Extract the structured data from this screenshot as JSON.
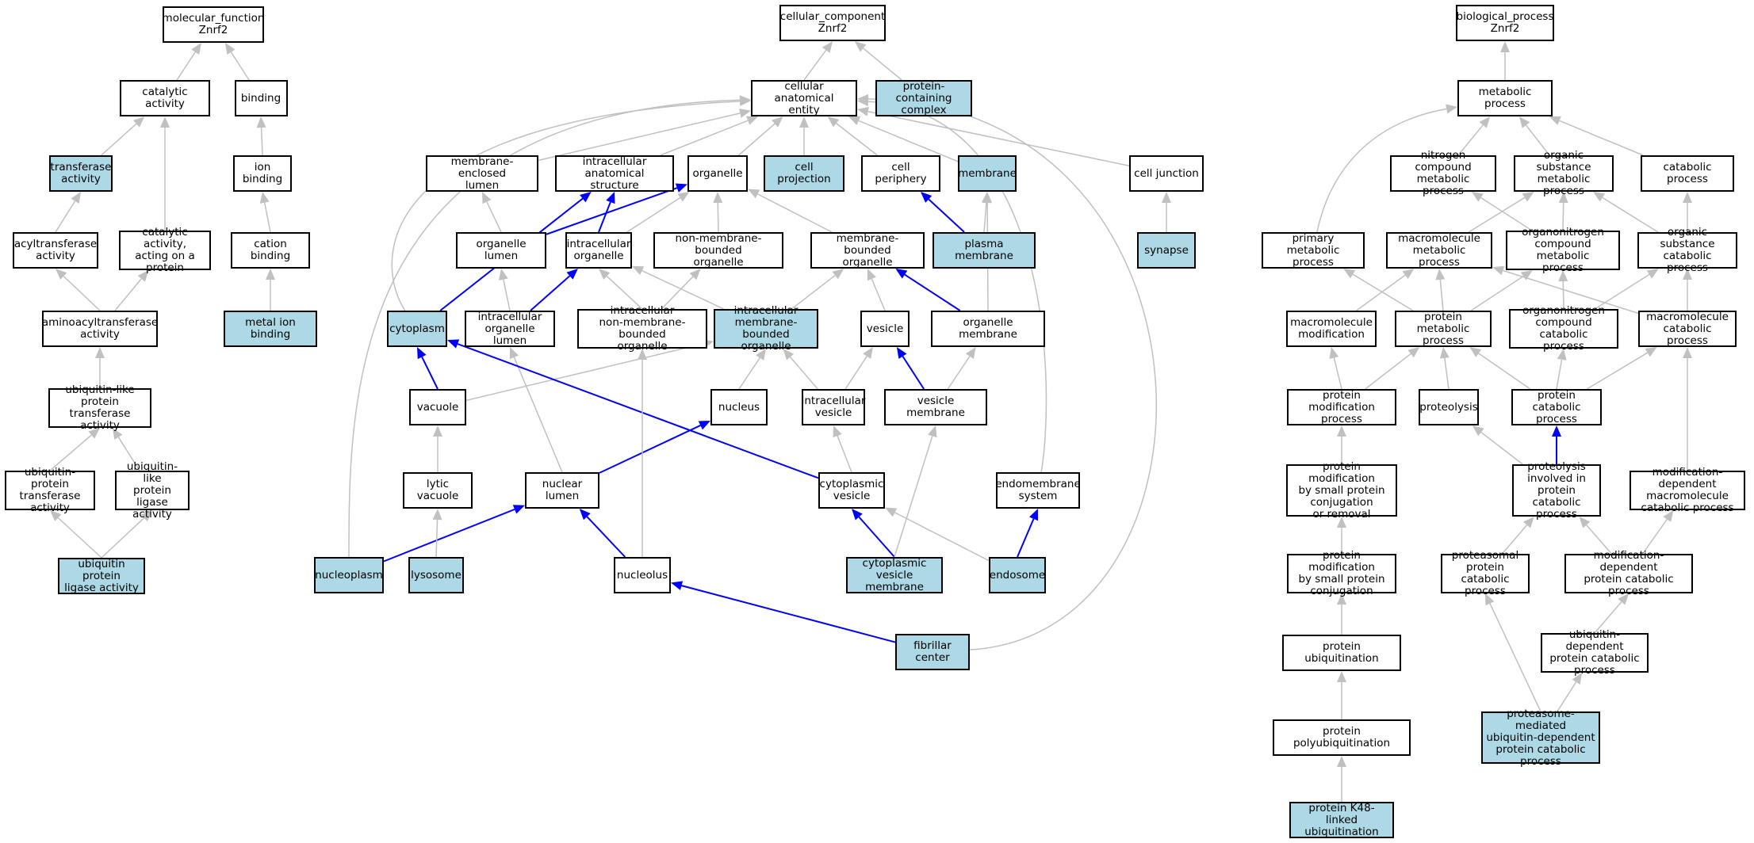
{
  "colors": {
    "highlight_fill": "#add8e6",
    "edge_default": "#c0c0c0",
    "edge_path": "#0000ff",
    "border": "#000000"
  },
  "nodes": [
    {
      "id": "mf",
      "label": "molecular_function\nZnrf2",
      "hl": false
    },
    {
      "id": "catalytic",
      "label": "catalytic activity",
      "hl": false
    },
    {
      "id": "binding",
      "label": "binding",
      "hl": false
    },
    {
      "id": "transferase",
      "label": "transferase\nactivity",
      "hl": true
    },
    {
      "id": "ionbinding",
      "label": "ion binding",
      "hl": false
    },
    {
      "id": "acyltransferase",
      "label": "acyltransferase\nactivity",
      "hl": false
    },
    {
      "id": "catprotein",
      "label": "catalytic activity,\nacting on a\nprotein",
      "hl": false
    },
    {
      "id": "cationbinding",
      "label": "cation binding",
      "hl": false
    },
    {
      "id": "aminoacyl",
      "label": "aminoacyltransferase\nactivity",
      "hl": false
    },
    {
      "id": "metalion",
      "label": "metal ion binding",
      "hl": true
    },
    {
      "id": "ublTransferase",
      "label": "ubiquitin-like\nprotein transferase\nactivity",
      "hl": false
    },
    {
      "id": "ubProtTransferase",
      "label": "ubiquitin-protein\ntransferase\nactivity",
      "hl": false
    },
    {
      "id": "ublLigase",
      "label": "ubiquitin-like\nprotein ligase\nactivity",
      "hl": false
    },
    {
      "id": "ubLigase",
      "label": "ubiquitin protein\nligase activity",
      "hl": true
    },
    {
      "id": "cc",
      "label": "cellular_component\nZnrf2",
      "hl": false
    },
    {
      "id": "cae",
      "label": "cellular anatomical\nentity",
      "hl": false
    },
    {
      "id": "protComplex",
      "label": "protein-containing\ncomplex",
      "hl": true
    },
    {
      "id": "membEnclLumen",
      "label": "membrane-enclosed\nlumen",
      "hl": false
    },
    {
      "id": "intraAnat",
      "label": "intracellular\nanatomical structure",
      "hl": false
    },
    {
      "id": "organelle",
      "label": "organelle",
      "hl": false
    },
    {
      "id": "cellProjection",
      "label": "cell projection",
      "hl": true
    },
    {
      "id": "cellPeriphery",
      "label": "cell periphery",
      "hl": false
    },
    {
      "id": "membrane",
      "label": "membrane",
      "hl": true
    },
    {
      "id": "cellJunction",
      "label": "cell junction",
      "hl": false
    },
    {
      "id": "organelleLumen",
      "label": "organelle lumen",
      "hl": false
    },
    {
      "id": "intraOrganelle",
      "label": "intracellular\norganelle",
      "hl": false
    },
    {
      "id": "nonMembOrg",
      "label": "non-membrane-bounded\norganelle",
      "hl": false
    },
    {
      "id": "membOrg",
      "label": "membrane-bounded\norganelle",
      "hl": false
    },
    {
      "id": "plasmaMembrane",
      "label": "plasma membrane",
      "hl": true
    },
    {
      "id": "synapse",
      "label": "synapse",
      "hl": true
    },
    {
      "id": "cytoplasm",
      "label": "cytoplasm",
      "hl": true
    },
    {
      "id": "intraOrgLumen",
      "label": "intracellular\norganelle lumen",
      "hl": false
    },
    {
      "id": "intraNonMemb",
      "label": "intracellular\nnon-membrane-bounded\norganelle",
      "hl": false
    },
    {
      "id": "intraMemb",
      "label": "intracellular\nmembrane-bounded\norganelle",
      "hl": true
    },
    {
      "id": "vesicle",
      "label": "vesicle",
      "hl": false
    },
    {
      "id": "orgMembrane",
      "label": "organelle membrane",
      "hl": false
    },
    {
      "id": "vacuole",
      "label": "vacuole",
      "hl": false
    },
    {
      "id": "nucleus",
      "label": "nucleus",
      "hl": false
    },
    {
      "id": "intraVesicle",
      "label": "intracellular\nvesicle",
      "hl": false
    },
    {
      "id": "vesMembrane",
      "label": "vesicle membrane",
      "hl": false
    },
    {
      "id": "lyticVacuole",
      "label": "lytic vacuole",
      "hl": false
    },
    {
      "id": "nuclearLumen",
      "label": "nuclear lumen",
      "hl": false
    },
    {
      "id": "cytoVesicle",
      "label": "cytoplasmic\nvesicle",
      "hl": false
    },
    {
      "id": "endomembrane",
      "label": "endomembrane\nsystem",
      "hl": false
    },
    {
      "id": "nucleoplasm",
      "label": "nucleoplasm",
      "hl": true
    },
    {
      "id": "lysosome",
      "label": "lysosome",
      "hl": true
    },
    {
      "id": "nucleolus",
      "label": "nucleolus",
      "hl": false
    },
    {
      "id": "cytoVesMemb",
      "label": "cytoplasmic\nvesicle membrane",
      "hl": true
    },
    {
      "id": "endosome",
      "label": "endosome",
      "hl": true
    },
    {
      "id": "fibrillar",
      "label": "fibrillar center",
      "hl": true
    },
    {
      "id": "bp",
      "label": "biological_process\nZnrf2",
      "hl": false
    },
    {
      "id": "metabolic",
      "label": "metabolic process",
      "hl": false
    },
    {
      "id": "nitrogen",
      "label": "nitrogen compound\nmetabolic process",
      "hl": false
    },
    {
      "id": "orgSubstMet",
      "label": "organic substance\nmetabolic process",
      "hl": false
    },
    {
      "id": "catabolic",
      "label": "catabolic process",
      "hl": false
    },
    {
      "id": "primaryMet",
      "label": "primary metabolic\nprocess",
      "hl": false
    },
    {
      "id": "macroMet",
      "label": "macromolecule\nmetabolic process",
      "hl": false
    },
    {
      "id": "orgNitroMet",
      "label": "organonitrogen\ncompound metabolic\nprocess",
      "hl": false
    },
    {
      "id": "orgSubstCat",
      "label": "organic substance\ncatabolic process",
      "hl": false
    },
    {
      "id": "macroMod",
      "label": "macromolecule\nmodification",
      "hl": false
    },
    {
      "id": "protMet",
      "label": "protein metabolic\nprocess",
      "hl": false
    },
    {
      "id": "orgNitroCat",
      "label": "organonitrogen\ncompound catabolic\nprocess",
      "hl": false
    },
    {
      "id": "macroCat",
      "label": "macromolecule\ncatabolic process",
      "hl": false
    },
    {
      "id": "protMod",
      "label": "protein modification\nprocess",
      "hl": false
    },
    {
      "id": "proteolysis",
      "label": "proteolysis",
      "hl": false
    },
    {
      "id": "protCat",
      "label": "protein catabolic\nprocess",
      "hl": false
    },
    {
      "id": "protModSmall",
      "label": "protein modification\nby small protein\nconjugation\nor removal",
      "hl": false
    },
    {
      "id": "proteolysisCat",
      "label": "proteolysis\ninvolved in\nprotein catabolic\nprocess",
      "hl": false
    },
    {
      "id": "modDepMacroCat",
      "label": "modification-dependent\nmacromolecule\ncatabolic process",
      "hl": false
    },
    {
      "id": "protModConj",
      "label": "protein modification\nby small protein\nconjugation",
      "hl": false
    },
    {
      "id": "proteasomalCat",
      "label": "proteasomal\nprotein catabolic\nprocess",
      "hl": false
    },
    {
      "id": "modDepProtCat",
      "label": "modification-dependent\nprotein catabolic\nprocess",
      "hl": false
    },
    {
      "id": "protUbiq",
      "label": "protein ubiquitination",
      "hl": false
    },
    {
      "id": "ubDepCat",
      "label": "ubiquitin-dependent\nprotein catabolic\nprocess",
      "hl": false
    },
    {
      "id": "protPolyUbiq",
      "label": "protein polyubiquitination",
      "hl": false
    },
    {
      "id": "proteasomeUb",
      "label": "proteasome-mediated\nubiquitin-dependent\nprotein catabolic\nprocess",
      "hl": true
    },
    {
      "id": "k48",
      "label": "protein K48-linked\nubiquitination",
      "hl": true
    }
  ],
  "edges": [
    [
      "catalytic",
      "mf",
      0
    ],
    [
      "binding",
      "mf",
      0
    ],
    [
      "transferase",
      "catalytic",
      0
    ],
    [
      "catprotein",
      "catalytic",
      0
    ],
    [
      "ionbinding",
      "binding",
      0
    ],
    [
      "acyltransferase",
      "transferase",
      0
    ],
    [
      "cationbinding",
      "ionbinding",
      0
    ],
    [
      "aminoacyl",
      "acyltransferase",
      0
    ],
    [
      "aminoacyl",
      "catprotein",
      0
    ],
    [
      "metalion",
      "cationbinding",
      0
    ],
    [
      "ublTransferase",
      "aminoacyl",
      0
    ],
    [
      "ubProtTransferase",
      "ublTransferase",
      0
    ],
    [
      "ublLigase",
      "ublTransferase",
      0
    ],
    [
      "ubLigase",
      "ubProtTransferase",
      0
    ],
    [
      "ubLigase",
      "ublLigase",
      0
    ],
    [
      "cae",
      "cc",
      0
    ],
    [
      "protComplex",
      "cc",
      0
    ],
    [
      "membEnclLumen",
      "cae",
      0
    ],
    [
      "intraAnat",
      "cae",
      0
    ],
    [
      "organelle",
      "cae",
      0
    ],
    [
      "cellProjection",
      "cae",
      0
    ],
    [
      "cellPeriphery",
      "cae",
      0
    ],
    [
      "membrane",
      "cae",
      0
    ],
    [
      "cellJunction",
      "cae",
      0
    ],
    [
      "cytoplasm",
      "cae",
      0
    ],
    [
      "nucleoplasm",
      "cae",
      0
    ],
    [
      "endomembrane",
      "cae",
      0
    ],
    [
      "fibrillar",
      "cae",
      0
    ],
    [
      "organelleLumen",
      "membEnclLumen",
      0
    ],
    [
      "organelleLumen",
      "organelle",
      1
    ],
    [
      "intraOrganelle",
      "intraAnat",
      1
    ],
    [
      "intraOrganelle",
      "organelle",
      0
    ],
    [
      "nonMembOrg",
      "organelle",
      0
    ],
    [
      "membOrg",
      "organelle",
      0
    ],
    [
      "plasmaMembrane",
      "cellPeriphery",
      1
    ],
    [
      "plasmaMembrane",
      "membrane",
      0
    ],
    [
      "synapse",
      "cellJunction",
      0
    ],
    [
      "cytoplasm",
      "intraAnat",
      1
    ],
    [
      "intraOrgLumen",
      "organelleLumen",
      0
    ],
    [
      "intraOrgLumen",
      "intraOrganelle",
      1
    ],
    [
      "intraNonMemb",
      "intraOrganelle",
      0
    ],
    [
      "intraNonMemb",
      "nonMembOrg",
      0
    ],
    [
      "intraMemb",
      "intraOrganelle",
      0
    ],
    [
      "intraMemb",
      "membOrg",
      0
    ],
    [
      "vesicle",
      "membOrg",
      0
    ],
    [
      "orgMembrane",
      "membOrg",
      1
    ],
    [
      "orgMembrane",
      "membrane",
      0
    ],
    [
      "vacuole",
      "intraMemb",
      0
    ],
    [
      "vacuole",
      "cytoplasm",
      1
    ],
    [
      "nucleus",
      "intraMemb",
      0
    ],
    [
      "intraVesicle",
      "intraMemb",
      0
    ],
    [
      "intraVesicle",
      "vesicle",
      0
    ],
    [
      "vesMembrane",
      "vesicle",
      1
    ],
    [
      "vesMembrane",
      "orgMembrane",
      0
    ],
    [
      "lyticVacuole",
      "vacuole",
      0
    ],
    [
      "nuclearLumen",
      "intraOrgLumen",
      0
    ],
    [
      "nuclearLumen",
      "nucleus",
      1
    ],
    [
      "cytoVesicle",
      "intraVesicle",
      0
    ],
    [
      "cytoVesicle",
      "cytoplasm",
      1
    ],
    [
      "nucleoplasm",
      "nuclearLumen",
      1
    ],
    [
      "lysosome",
      "lyticVacuole",
      0
    ],
    [
      "nucleolus",
      "intraNonMemb",
      0
    ],
    [
      "nucleolus",
      "nuclearLumen",
      1
    ],
    [
      "cytoVesMemb",
      "cytoVesicle",
      1
    ],
    [
      "cytoVesMemb",
      "vesMembrane",
      0
    ],
    [
      "endosome",
      "endomembrane",
      1
    ],
    [
      "endosome",
      "cytoVesicle",
      0
    ],
    [
      "fibrillar",
      "nucleolus",
      1
    ],
    [
      "metabolic",
      "bp",
      0
    ],
    [
      "nitrogen",
      "metabolic",
      0
    ],
    [
      "orgSubstMet",
      "metabolic",
      0
    ],
    [
      "catabolic",
      "metabolic",
      0
    ],
    [
      "primaryMet",
      "metabolic",
      0
    ],
    [
      "macroMet",
      "orgSubstMet",
      0
    ],
    [
      "orgNitroMet",
      "nitrogen",
      0
    ],
    [
      "orgNitroMet",
      "orgSubstMet",
      0
    ],
    [
      "orgSubstCat",
      "orgSubstMet",
      0
    ],
    [
      "orgSubstCat",
      "catabolic",
      0
    ],
    [
      "macroMod",
      "macroMet",
      0
    ],
    [
      "protMet",
      "primaryMet",
      0
    ],
    [
      "protMet",
      "macroMet",
      0
    ],
    [
      "protMet",
      "orgNitroMet",
      0
    ],
    [
      "orgNitroCat",
      "orgNitroMet",
      0
    ],
    [
      "orgNitroCat",
      "orgSubstCat",
      0
    ],
    [
      "macroCat",
      "macroMet",
      0
    ],
    [
      "macroCat",
      "orgSubstCat",
      0
    ],
    [
      "protMod",
      "macroMod",
      0
    ],
    [
      "protMod",
      "protMet",
      0
    ],
    [
      "proteolysis",
      "protMet",
      0
    ],
    [
      "protCat",
      "protMet",
      0
    ],
    [
      "protCat",
      "orgNitroCat",
      0
    ],
    [
      "protCat",
      "macroCat",
      0
    ],
    [
      "protModSmall",
      "protMod",
      0
    ],
    [
      "proteolysisCat",
      "proteolysis",
      0
    ],
    [
      "proteolysisCat",
      "protCat",
      1
    ],
    [
      "modDepMacroCat",
      "macroCat",
      0
    ],
    [
      "protModConj",
      "protModSmall",
      0
    ],
    [
      "proteasomalCat",
      "proteolysisCat",
      0
    ],
    [
      "modDepProtCat",
      "proteolysisCat",
      0
    ],
    [
      "modDepProtCat",
      "modDepMacroCat",
      0
    ],
    [
      "protUbiq",
      "protModConj",
      0
    ],
    [
      "ubDepCat",
      "modDepProtCat",
      0
    ],
    [
      "protPolyUbiq",
      "protUbiq",
      0
    ],
    [
      "proteasomeUb",
      "proteasomalCat",
      0
    ],
    [
      "proteasomeUb",
      "ubDepCat",
      0
    ],
    [
      "k48",
      "protPolyUbiq",
      0
    ]
  ]
}
